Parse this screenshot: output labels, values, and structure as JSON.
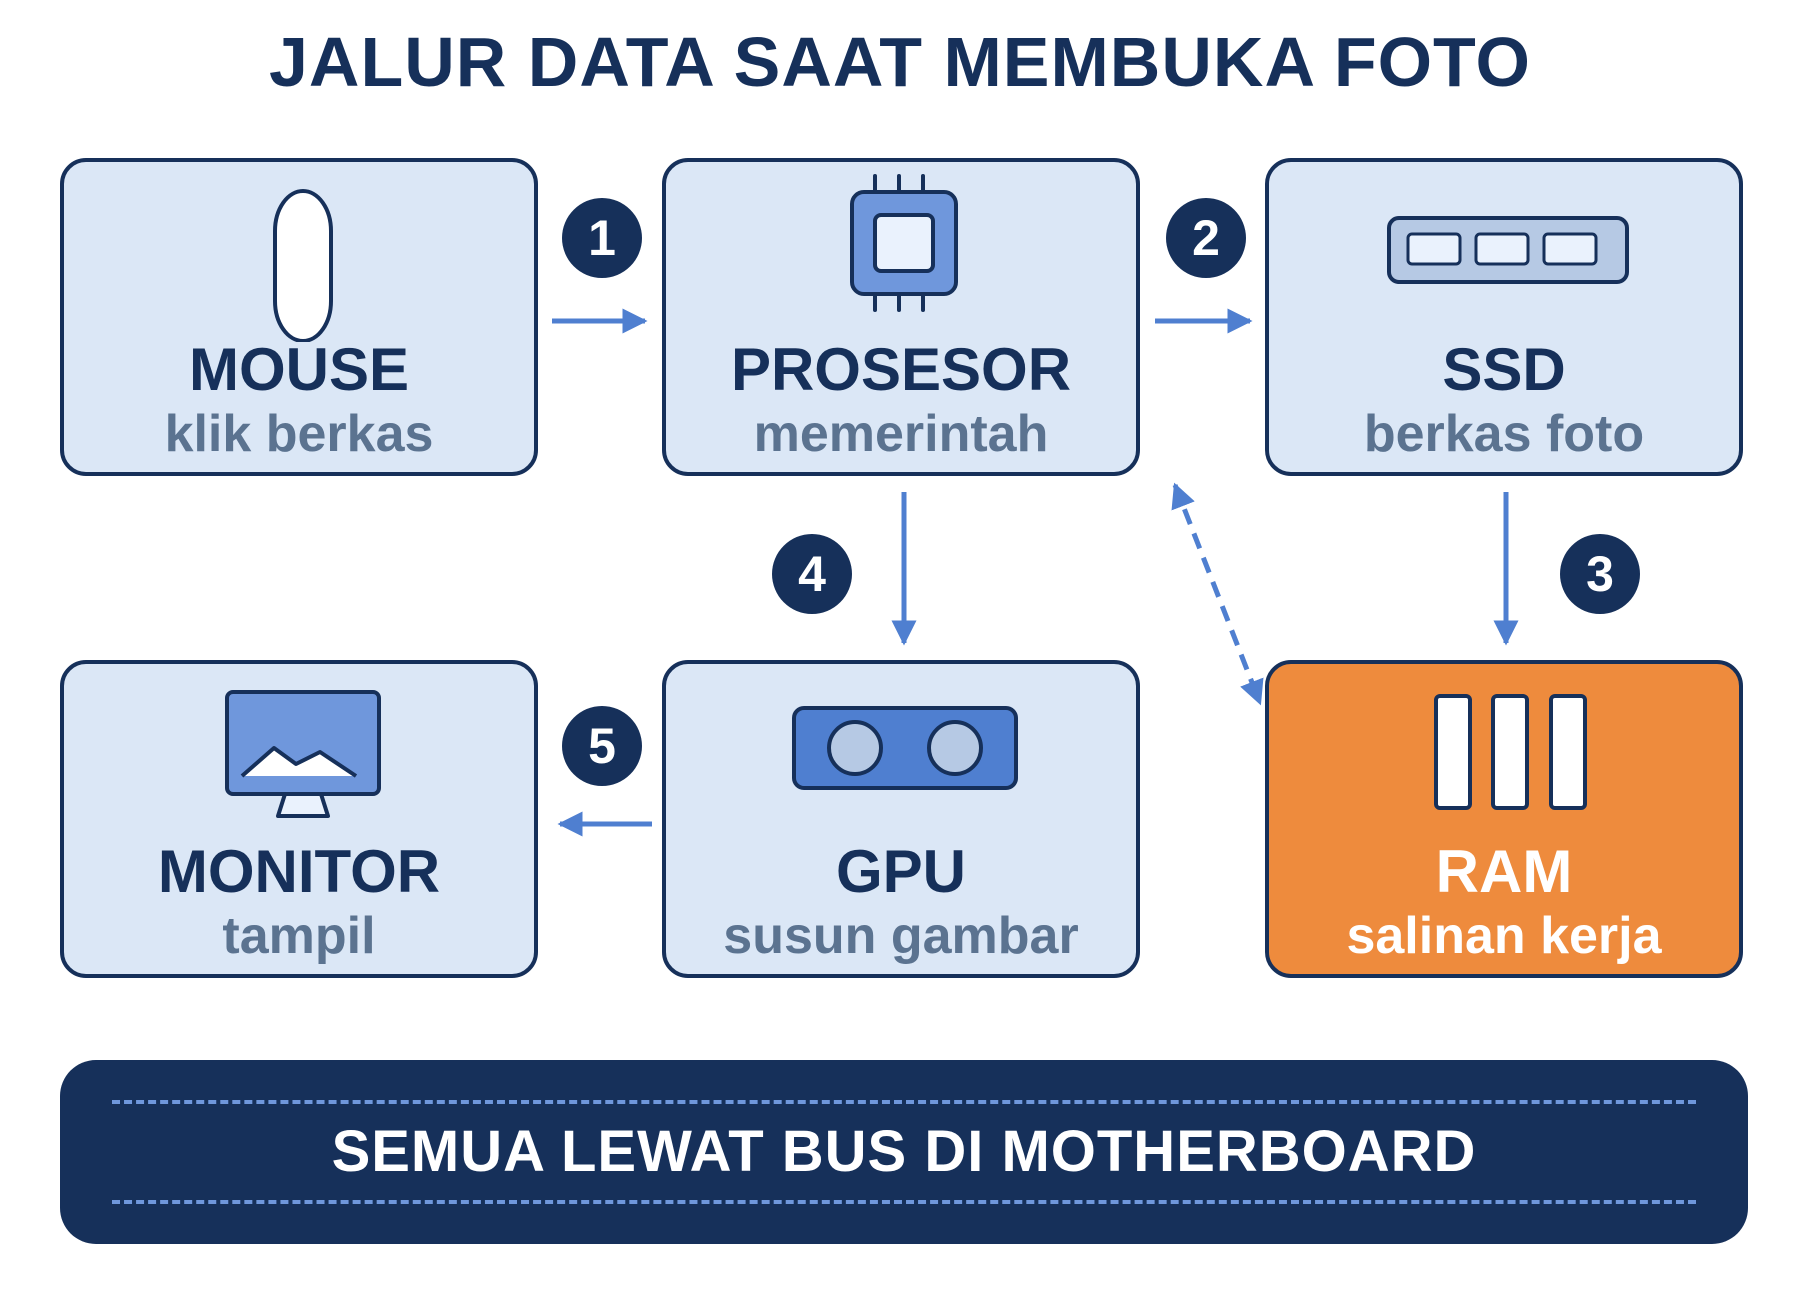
{
  "title": "JALUR DATA SAAT MEMBUKA FOTO",
  "colors": {
    "navy": "#16305a",
    "box_fill": "#dbe7f6",
    "accent_blue": "#4f7fd0",
    "highlight_orange": "#ee8b3d",
    "subtitle_gray": "#5b7390"
  },
  "components": {
    "mouse": {
      "label": "MOUSE",
      "sub": "klik berkas",
      "icon": "mouse-icon"
    },
    "processor": {
      "label": "PROSESOR",
      "sub": "memerintah",
      "icon": "cpu-chip-icon"
    },
    "ssd": {
      "label": "SSD",
      "sub": "berkas foto",
      "icon": "ssd-icon"
    },
    "monitor": {
      "label": "MONITOR",
      "sub": "tampil",
      "icon": "monitor-icon"
    },
    "gpu": {
      "label": "GPU",
      "sub": "susun gambar",
      "icon": "gpu-card-icon"
    },
    "ram": {
      "label": "RAM",
      "sub": "salinan kerja",
      "icon": "ram-sticks-icon",
      "highlighted": true
    }
  },
  "steps": [
    {
      "number": "1",
      "from": "MOUSE",
      "to": "PROSESOR"
    },
    {
      "number": "2",
      "from": "PROSESOR",
      "to": "SSD"
    },
    {
      "number": "3",
      "from": "SSD",
      "to": "RAM"
    },
    {
      "number": "4",
      "from": "PROSESOR",
      "to": "GPU"
    },
    {
      "number": "5",
      "from": "GPU",
      "to": "MONITOR"
    }
  ],
  "links": [
    {
      "between": [
        "PROSESOR",
        "RAM"
      ],
      "style": "dashed",
      "direction": "two-way"
    }
  ],
  "bus": {
    "label": "SEMUA LEWAT BUS DI MOTHERBOARD"
  }
}
